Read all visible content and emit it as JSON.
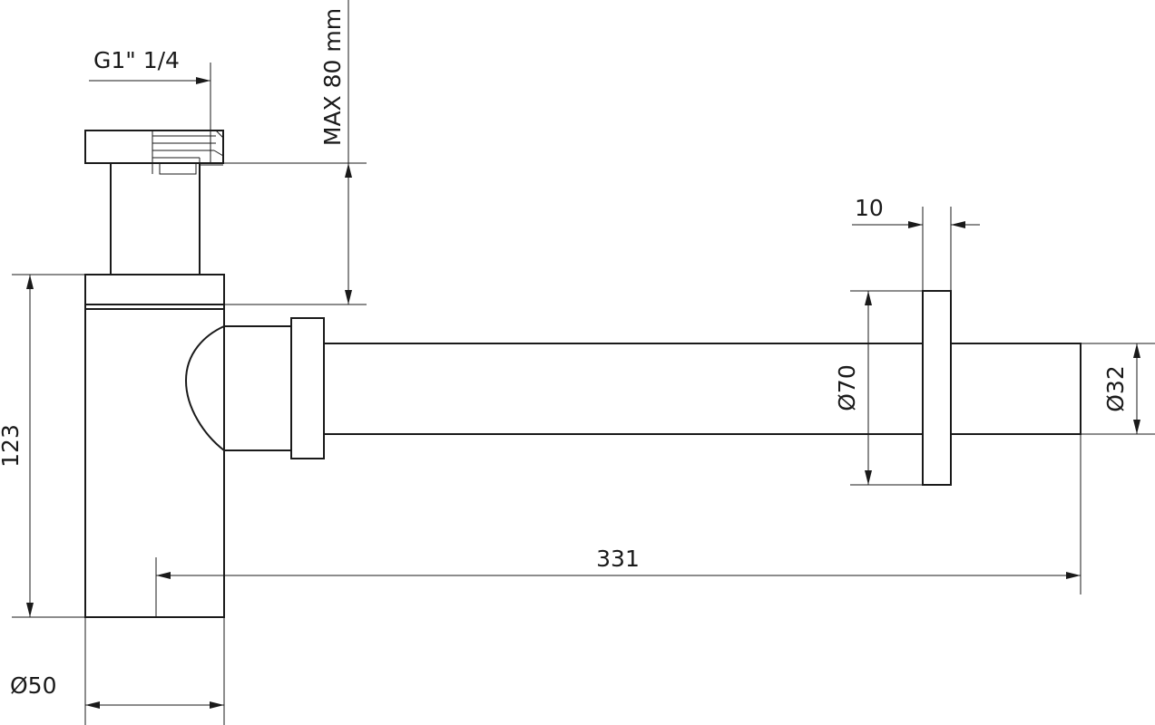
{
  "dimensions": {
    "thread": "G1\" 1/4",
    "max_height": "MAX 80 mm",
    "height": "123",
    "body_diameter": "Ø50",
    "length": "331",
    "flange_thickness": "10",
    "flange_diameter": "Ø70",
    "pipe_diameter": "Ø32"
  },
  "colors": {
    "line": "#1a1a1a",
    "background": "#ffffff"
  }
}
